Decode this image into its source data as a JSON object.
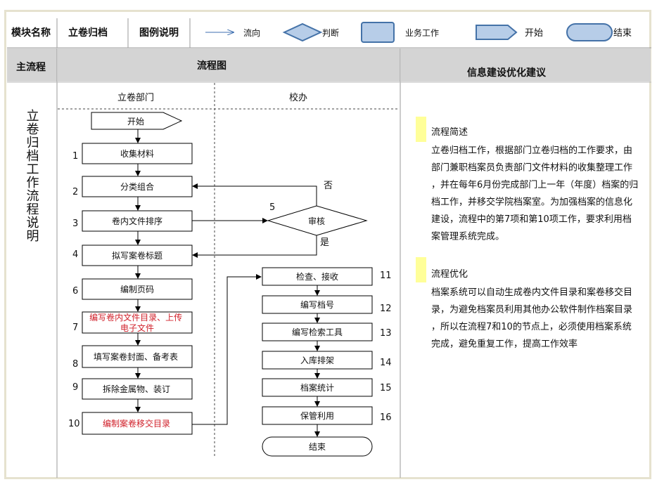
{
  "header": {
    "module_label": "模块名称",
    "module_value": "立卷归档",
    "legend_label": "图例说明",
    "legend": {
      "flow": "流向",
      "decision": "判断",
      "process": "业务工作",
      "start": "开始",
      "end": "结束"
    }
  },
  "columns": {
    "main": "主流程",
    "flow": "流程图",
    "advice": "信息建设优化建议"
  },
  "main_title": "立卷归档工作流程说明",
  "lanes": {
    "left": "立卷部门",
    "right": "校办"
  },
  "nodes": {
    "start": "开始",
    "s1": "收集材料",
    "s2": "分类组合",
    "s3": "卷内文件排序",
    "s4": "拟写案卷标题",
    "s5": "审核",
    "s6": "编制页码",
    "s7": "编写卷内文件目录、上传电子文件",
    "s8": "填写案卷封面、备考表",
    "s9": "拆除金属物、装订",
    "s10": "编制案卷移交目录",
    "s11": "检查、接收",
    "s12": "编写档号",
    "s13": "编写检索工具",
    "s14": "入库排架",
    "s15": "档案统计",
    "s16": "保管利用",
    "end": "结束"
  },
  "numbers": {
    "n1": "1",
    "n2": "2",
    "n3": "3",
    "n4": "4",
    "n5": "5",
    "n6": "6",
    "n7": "7",
    "n8": "8",
    "n9": "9",
    "n10": "10",
    "n11": "11",
    "n12": "12",
    "n13": "13",
    "n14": "14",
    "n15": "15",
    "n16": "16"
  },
  "edges": {
    "no": "否",
    "yes": "是"
  },
  "advice": {
    "sec1_title": "流程简述",
    "sec1_text": "立卷归档工作，根据部门立卷归档的工作要求，由部门兼职档案员负责部门文件材料的收集整理工作，并在每年6月份完成部门上一年（年度）档案的归档工作，并移交学院档案室。为加强档案的信息化建设，流程中的第7项和第10项工作，要求利用档案管理系统完成。",
    "sec2_title": "流程优化",
    "sec2_text": "档案系统可以自动生成卷内文件目录和案卷移交目录，为避免档案员利用其他办公软件制作档案目录，所以在流程7和10的节点上，必须使用档案系统完成，避免重复工作，提高工作效率"
  },
  "colors": {
    "header_gray": "#d4d4d4",
    "legend_blue": "#b7cde8",
    "legend_stroke": "#4472a8",
    "highlight": "#ffff99",
    "red_text": "#d0202a"
  }
}
